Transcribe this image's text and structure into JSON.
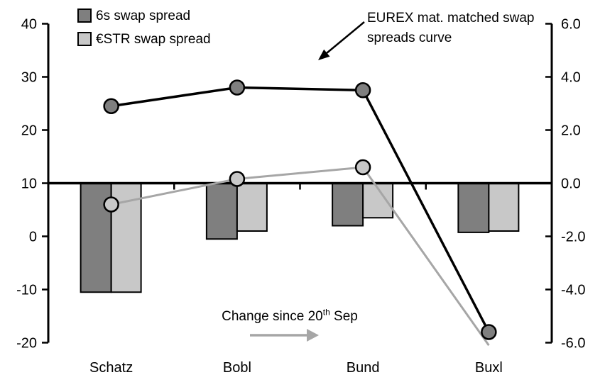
{
  "colors": {
    "dark_gray": "#7f7f7f",
    "light_gray": "#c8c8c8",
    "line_black": "#000000",
    "line_gray": "#a6a6a6",
    "text": "#000000"
  },
  "legend": {
    "items": [
      {
        "label": "6s swap spread",
        "swatch_color": "#7f7f7f"
      },
      {
        "label": "€STR swap spread",
        "swatch_color": "#c8c8c8"
      }
    ]
  },
  "annotations": {
    "curve_label": "EUREX mat. matched swap spreads curve",
    "change_label": {
      "prefix": "Change since 20",
      "sup": "th",
      "suffix": " Sep"
    }
  },
  "chart_data": {
    "type": "combo (bars + lines with markers)",
    "categories": [
      "Schatz",
      "Bobl",
      "Bund",
      "Buxl"
    ],
    "left_axis": {
      "ticks": [
        "40",
        "30",
        "20",
        "10",
        "0",
        "-10",
        "-20"
      ],
      "range": [
        -20,
        40
      ],
      "bar_baseline_left_value": 10
    },
    "right_axis": {
      "ticks": [
        "6.0",
        "4.0",
        "2.0",
        "0.0",
        "-2.0",
        "-4.0",
        "-6.0"
      ],
      "range": [
        -6,
        6
      ]
    },
    "bar_series": [
      {
        "name": "6s swap spread (change since 20th Sep)",
        "axis": "right",
        "color": "#7f7f7f",
        "values": [
          -4.1,
          -2.1,
          -1.6,
          -1.85
        ]
      },
      {
        "name": "€STR swap spread (change since 20th Sep)",
        "axis": "right",
        "color": "#c8c8c8",
        "values": [
          -4.1,
          -1.8,
          -1.3,
          -1.8
        ]
      }
    ],
    "line_series": [
      {
        "name": "6s swap spread curve",
        "axis": "left",
        "color": "#000000",
        "marker_fill": "#7f7f7f",
        "values": [
          24.5,
          28,
          27.5,
          -18
        ],
        "markers": [
          true,
          true,
          true,
          true
        ]
      },
      {
        "name": "€STR swap spread curve",
        "axis": "left",
        "color": "#a6a6a6",
        "marker_fill": "#c8c8c8",
        "values": [
          6,
          10.8,
          13,
          -20.5
        ],
        "markers": [
          true,
          true,
          true,
          false
        ]
      }
    ],
    "grid": "off",
    "legend_position": "top-left"
  }
}
